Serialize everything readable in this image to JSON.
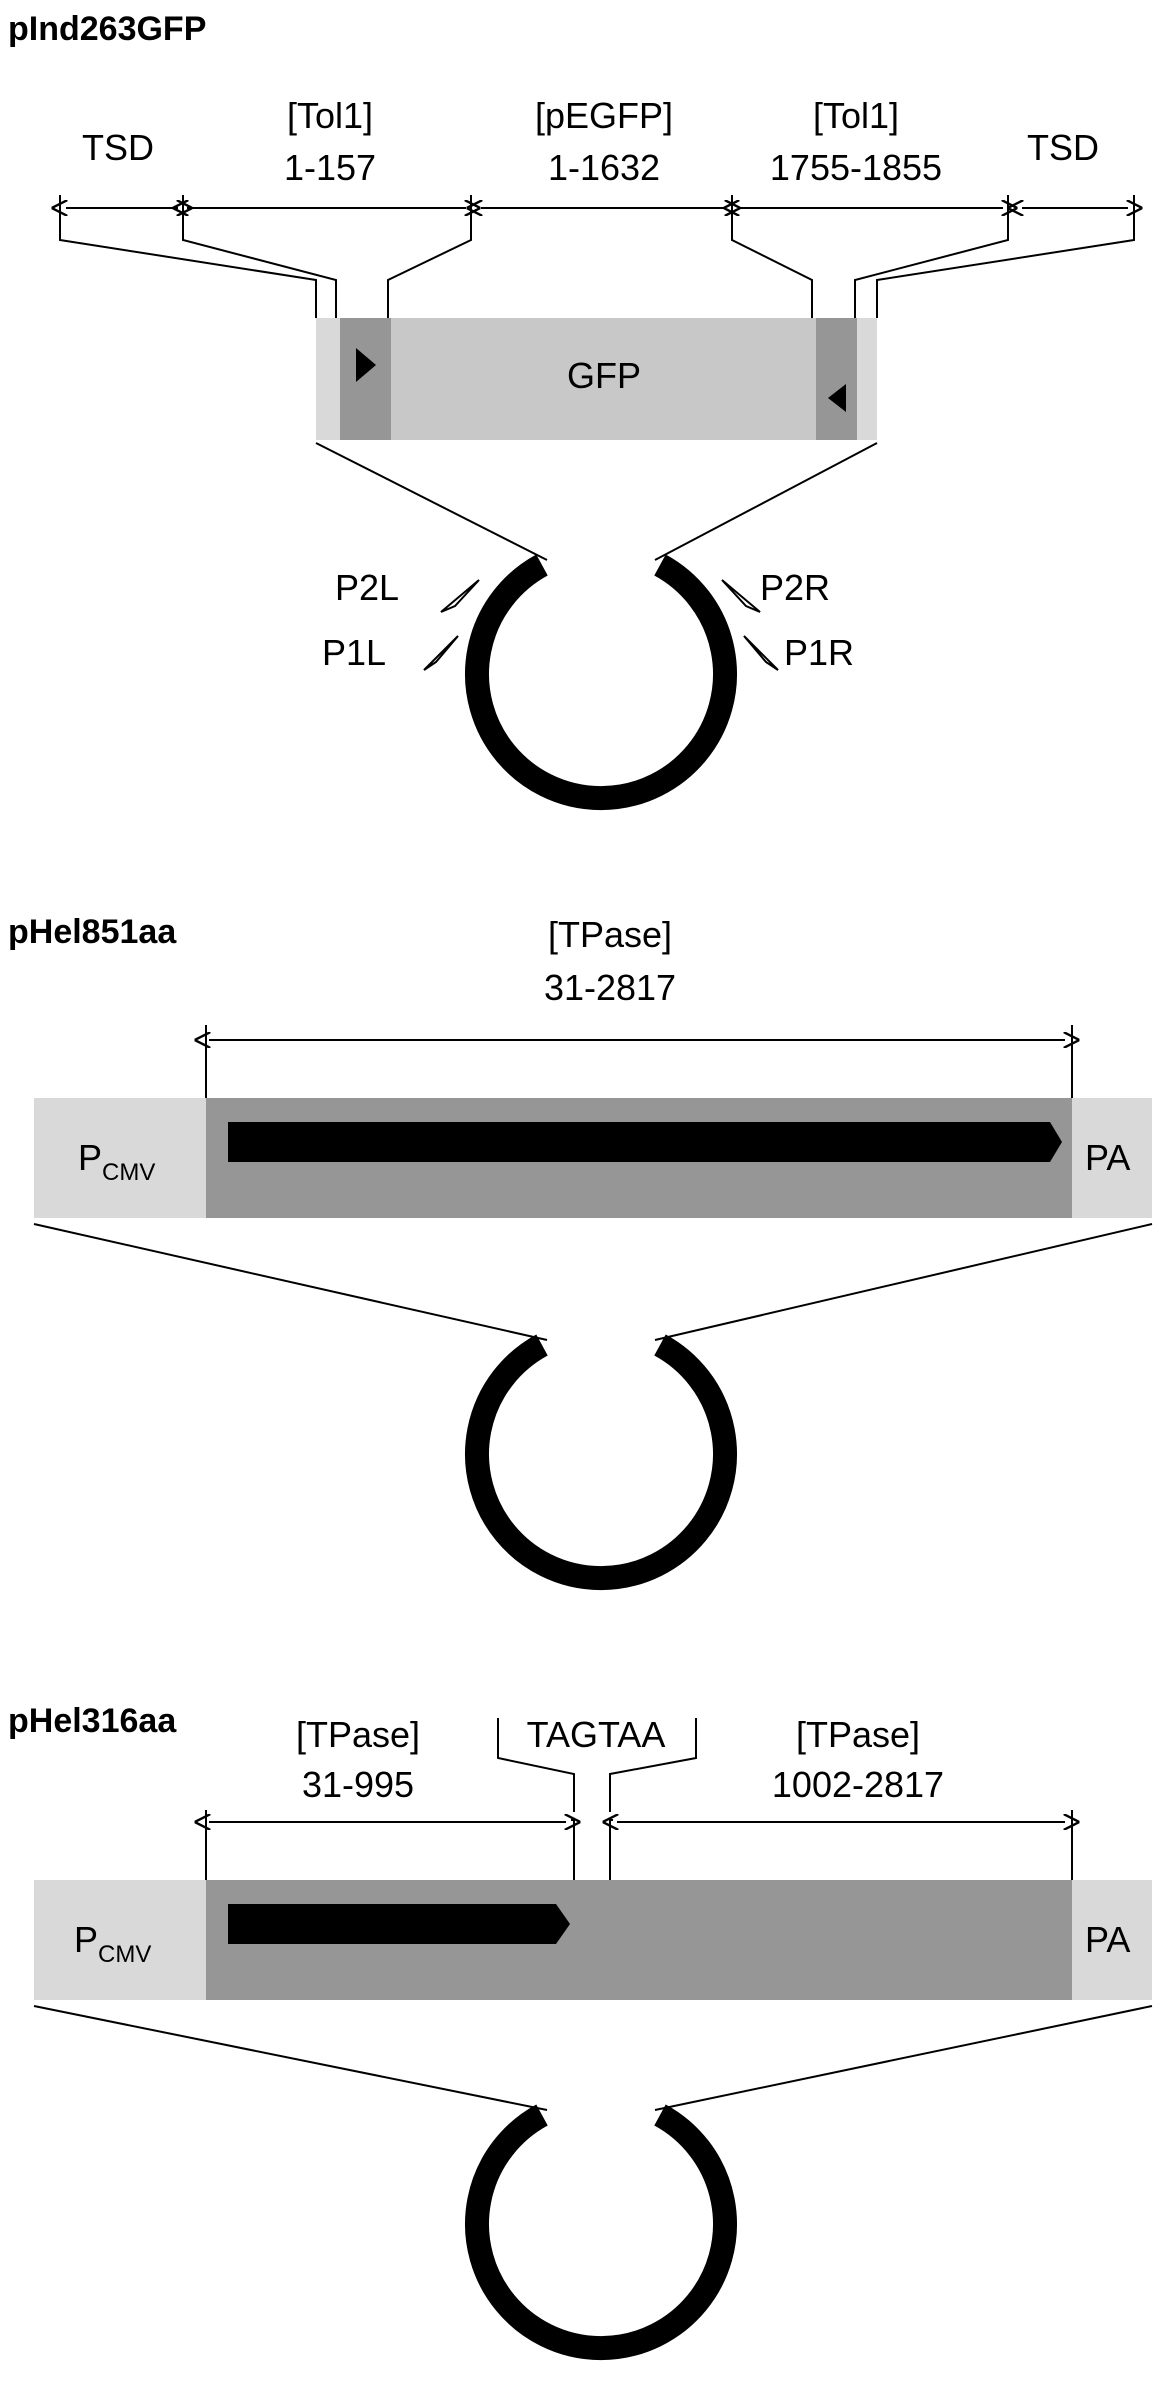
{
  "colors": {
    "light_gray": "#d9d9d9",
    "mid_gray": "#c8c8c8",
    "dark_gray": "#969696",
    "black": "#000000"
  },
  "panel1": {
    "title": "pInd263GFP",
    "tsd_left": "TSD",
    "tol1_left": "[Tol1]",
    "tol1_left_range": "1-157",
    "pegfp": "[pEGFP]",
    "pegfp_range": "1-1632",
    "tol1_right": "[Tol1]",
    "tol1_right_range": "1755-1855",
    "tsd_right": "TSD",
    "gfp": "GFP",
    "p2l": "P2L",
    "p1l": "P1L",
    "p2r": "P2R",
    "p1r": "P1R"
  },
  "panel2": {
    "title": "pHel851aa",
    "tpase": "[TPase]",
    "tpase_range": "31-2817",
    "p_main": "P",
    "p_sub": "CMV",
    "pa": "PA"
  },
  "panel3": {
    "title": "pHel316aa",
    "tpase_left": "[TPase]",
    "tpase_left_range": "31-995",
    "stop": "TAGTAA",
    "tpase_right": "[TPase]",
    "tpase_right_range": "1002-2817",
    "p_main": "P",
    "p_sub": "CMV",
    "pa": "PA"
  }
}
